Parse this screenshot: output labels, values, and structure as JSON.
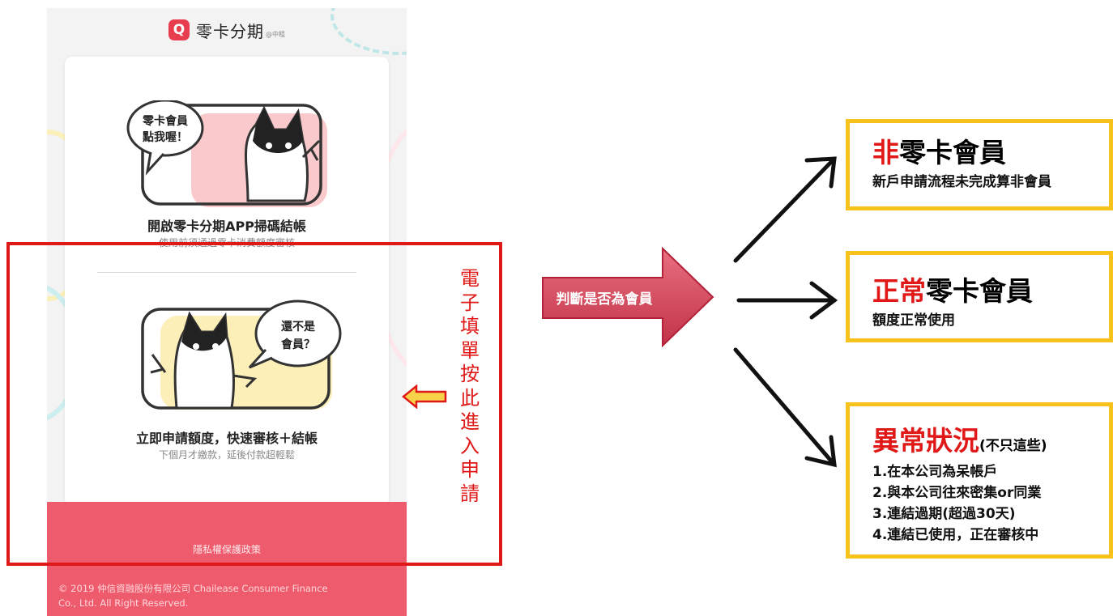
{
  "app": {
    "logo_glyph": "Q",
    "name": "零卡分期",
    "name_sub": "@中租"
  },
  "options": [
    {
      "bubble_line1": "零卡會員",
      "bubble_line2": "點我喔！",
      "title": "開啟零卡分期APP掃碼結帳",
      "subtitle": "使用前須通過零卡消費額度審核"
    },
    {
      "bubble_line1": "還不是",
      "bubble_line2": "會員？",
      "title": "立即申請額度，快速審核＋結帳",
      "subtitle": "下個月才繳款，延後付款超輕鬆"
    }
  ],
  "footer": {
    "privacy_link": "隱私權保護政策",
    "copyright_line1": "© 2019 仲信資融股份有限公司 Chailease Consumer Finance",
    "copyright_line2": "Co., Ltd. All Right Reserved."
  },
  "annotation": {
    "vertical_label": [
      "電",
      "子",
      "填",
      "單",
      "按",
      "此",
      "進",
      "入",
      "申",
      "請"
    ]
  },
  "decision": {
    "label": "判斷是否為會員"
  },
  "outcomes": [
    {
      "title_red": "非",
      "title_rest": "零卡會員",
      "title_note": "",
      "lines": [
        "新戶申請流程未完成算非會員"
      ]
    },
    {
      "title_red": "正常",
      "title_rest": "零卡會員",
      "title_note": "",
      "lines": [
        "額度正常使用"
      ]
    },
    {
      "title_red": "異常狀況",
      "title_rest": "",
      "title_note": "(不只這些)",
      "lines": [
        "1.在本公司為呆帳戶",
        "2.與本公司往來密集or同業",
        "3.連結過期(超過30天)",
        "4.連結已使用，正在審核中"
      ]
    }
  ],
  "colors": {
    "highlight_red": "#e01818",
    "callout_border": "#f7c21b",
    "footer_pink": "#ee5b6c",
    "arrow_red": "#d94a5e",
    "logo_red": "#e83c4f"
  }
}
